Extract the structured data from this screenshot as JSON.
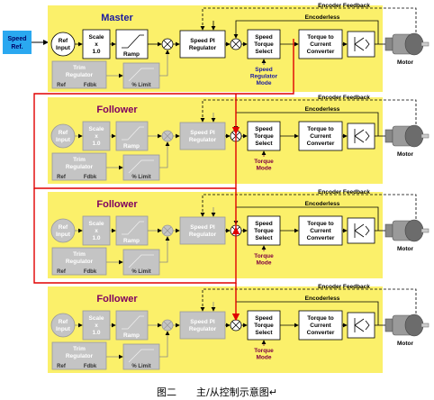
{
  "caption": "图二　　主/从控制示意图↵",
  "input": {
    "speed_ref_line1": "Speed",
    "speed_ref_line2": "Ref."
  },
  "panels": [
    {
      "title": "Master",
      "encoder_feedback": "Encoder Feedback",
      "encoderless": "Encoderless",
      "ref_input": [
        "Ref",
        "Input"
      ],
      "scale": [
        "Scale",
        "x",
        "1.0"
      ],
      "ramp": "Ramp",
      "speed_pi": [
        "Speed PI",
        "Regulator"
      ],
      "speed_torque": [
        "Speed",
        "Torque",
        "Select"
      ],
      "mode": [
        "Speed",
        "Regulator",
        "Mode"
      ],
      "converter": [
        "Torque to",
        "Current",
        "Converter"
      ],
      "motor": "Motor",
      "trim": [
        "Trim",
        "Regulator"
      ],
      "ref": "Ref",
      "fdbk": "Fdbk",
      "limit": "% Limit"
    },
    {
      "title": "Follower",
      "encoder_feedback": "Encoder Feedback",
      "encoderless": "Encoderless",
      "ref_input": [
        "Ref",
        "Input"
      ],
      "scale": [
        "Scale",
        "x",
        "1.0"
      ],
      "ramp": "Ramp",
      "speed_pi": [
        "Speed PI",
        "Regulator"
      ],
      "speed_torque": [
        "Speed",
        "Torque",
        "Select"
      ],
      "mode": [
        "Torque",
        "Mode"
      ],
      "converter": [
        "Torque to",
        "Current",
        "Converter"
      ],
      "motor": "Motor",
      "trim": [
        "Trim",
        "Regulator"
      ],
      "ref": "Ref",
      "fdbk": "Fdbk",
      "limit": "% Limit"
    },
    {
      "title": "Follower",
      "encoder_feedback": "Encoder Feedback",
      "encoderless": "Encoderless",
      "ref_input": [
        "Ref",
        "Input"
      ],
      "scale": [
        "Scale",
        "x",
        "1.0"
      ],
      "ramp": "Ramp",
      "speed_pi": [
        "Speed PI",
        "Regulator"
      ],
      "speed_torque": [
        "Speed",
        "Torque",
        "Select"
      ],
      "mode": [
        "Torque",
        "Mode"
      ],
      "converter": [
        "Torque to",
        "Current",
        "Converter"
      ],
      "motor": "Motor",
      "trim": [
        "Trim",
        "Regulator"
      ],
      "ref": "Ref",
      "fdbk": "Fdbk",
      "limit": "% Limit"
    },
    {
      "title": "Follower",
      "encoder_feedback": "Encoder Feedback",
      "encoderless": "Encoderless",
      "ref_input": [
        "Ref",
        "Input"
      ],
      "scale": [
        "Scale",
        "x",
        "1.0"
      ],
      "ramp": "Ramp",
      "speed_pi": [
        "Speed PI",
        "Regulator"
      ],
      "speed_torque": [
        "Speed",
        "Torque",
        "Select"
      ],
      "mode": [
        "Torque",
        "Mode"
      ],
      "converter": [
        "Torque to",
        "Current",
        "Converter"
      ],
      "motor": "Motor",
      "trim": [
        "Trim",
        "Regulator"
      ],
      "ref": "Ref",
      "fdbk": "Fdbk",
      "limit": "% Limit"
    }
  ],
  "colors": {
    "panel": "#fbf06a",
    "block": "#ffffff",
    "dim_block": "#c4c4c4",
    "dim_text": "#ffffff",
    "master_title": "#1a1aa0",
    "follower_title": "#800060",
    "mode_master": "#1a1aa0",
    "mode_follower": "#800040",
    "link": "#e00000",
    "input_box": "#2aa8f0",
    "input_text": "#000066",
    "line": "#000000"
  }
}
